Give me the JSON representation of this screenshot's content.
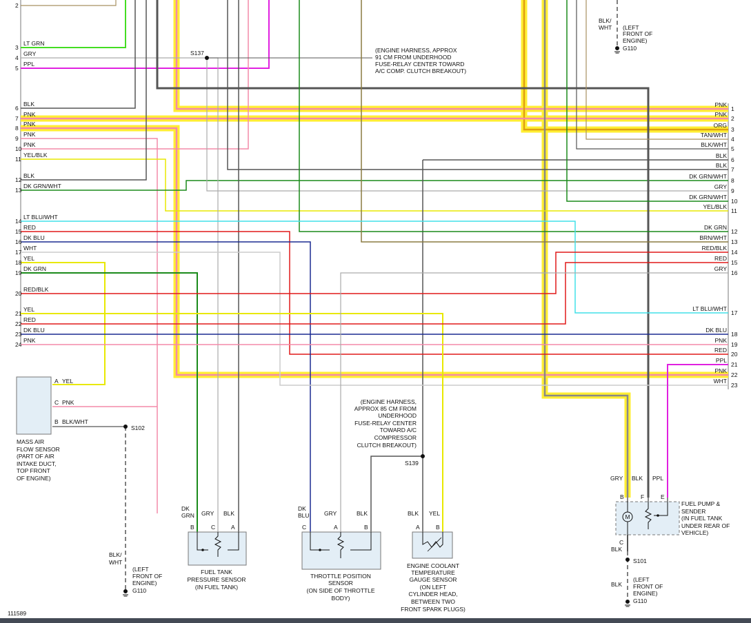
{
  "figure_id": "111589",
  "left_pins": [
    {
      "num": "2",
      "label": ""
    },
    {
      "num": "3",
      "label": "LT GRN"
    },
    {
      "num": "4",
      "label": "GRY"
    },
    {
      "num": "5",
      "label": "PPL"
    },
    {
      "num": "6",
      "label": "BLK"
    },
    {
      "num": "7",
      "label": "PNK"
    },
    {
      "num": "8",
      "label": "PNK"
    },
    {
      "num": "9",
      "label": "PNK"
    },
    {
      "num": "10",
      "label": "PNK"
    },
    {
      "num": "11",
      "label": "YEL/BLK"
    },
    {
      "num": "12",
      "label": "BLK"
    },
    {
      "num": "13",
      "label": "DK GRN/WHT"
    },
    {
      "num": "14",
      "label": "LT BLU/WHT"
    },
    {
      "num": "15",
      "label": "RED"
    },
    {
      "num": "16",
      "label": "DK BLU"
    },
    {
      "num": "17",
      "label": "WHT"
    },
    {
      "num": "18",
      "label": "YEL"
    },
    {
      "num": "19",
      "label": "DK GRN"
    },
    {
      "num": "20",
      "label": "RED/BLK"
    },
    {
      "num": "21",
      "label": "YEL"
    },
    {
      "num": "22",
      "label": "RED"
    },
    {
      "num": "23",
      "label": "DK BLU"
    },
    {
      "num": "24",
      "label": "PNK"
    }
  ],
  "right_pins": [
    {
      "num": "1",
      "label": "PNK"
    },
    {
      "num": "2",
      "label": "PNK"
    },
    {
      "num": "3",
      "label": "ORG"
    },
    {
      "num": "4",
      "label": "TAN/WHT"
    },
    {
      "num": "5",
      "label": "BLK/WHT"
    },
    {
      "num": "6",
      "label": "BLK"
    },
    {
      "num": "7",
      "label": "BLK"
    },
    {
      "num": "8",
      "label": "DK GRN/WHT"
    },
    {
      "num": "9",
      "label": "GRY"
    },
    {
      "num": "10",
      "label": "DK GRN/WHT"
    },
    {
      "num": "11",
      "label": "YEL/BLK"
    },
    {
      "num": "12",
      "label": "DK GRN"
    },
    {
      "num": "13",
      "label": "BRN/WHT"
    },
    {
      "num": "14",
      "label": "RED/BLK"
    },
    {
      "num": "15",
      "label": "RED"
    },
    {
      "num": "16",
      "label": "GRY"
    },
    {
      "num": "17",
      "label": "LT BLU/WHT"
    },
    {
      "num": "18",
      "label": "DK BLU"
    },
    {
      "num": "19",
      "label": "PNK"
    },
    {
      "num": "20",
      "label": "RED"
    },
    {
      "num": "21",
      "label": "PPL"
    },
    {
      "num": "22",
      "label": "PNK"
    },
    {
      "num": "23",
      "label": "WHT"
    }
  ],
  "splices": {
    "s137": "S137",
    "s139": "S139",
    "s102": "S102",
    "s101": "S101"
  },
  "notes": {
    "engine_harness_91": [
      "(ENGINE HARNESS, APPROX",
      "91 CM FROM UNDERHOOD",
      "FUSE-RELAY CENTER TOWARD",
      "A/C COMP. CLUTCH BREAKOUT)"
    ],
    "engine_harness_85": [
      "(ENGINE HARNESS,",
      "APPROX 85 CM FROM",
      "UNDERHOOD",
      "FUSE-RELAY CENTER",
      "TOWARD A/C",
      "COMPRESSOR",
      "CLUTCH BREAKOUT)"
    ]
  },
  "grounds": {
    "top": {
      "wire": [
        "BLK/",
        "WHT"
      ],
      "loc": [
        "(LEFT",
        "FRONT OF",
        "ENGINE)"
      ],
      "id": "G110"
    },
    "left": {
      "wire": [
        "BLK/",
        "WHT"
      ],
      "loc": [
        "(LEFT",
        "FRONT OF",
        "ENGINE)"
      ],
      "id": "G110"
    },
    "right": {
      "wire": "BLK",
      "loc": [
        "(LEFT",
        "FRONT OF",
        "ENGINE)"
      ],
      "id": "G110"
    }
  },
  "components": {
    "maf": {
      "name": [
        "MASS AIR",
        "FLOW SENSOR",
        "(PART OF AIR",
        "INTAKE DUCT,",
        "TOP FRONT",
        "OF ENGINE)"
      ],
      "pins": [
        {
          "pin": "A",
          "wire": "YEL"
        },
        {
          "pin": "C",
          "wire": "PNK"
        },
        {
          "pin": "B",
          "wire": "BLK/WHT"
        }
      ]
    },
    "fuel_tank_pressure": {
      "name": [
        "FUEL TANK",
        "PRESSURE SENSOR",
        "(IN FUEL TANK)"
      ],
      "wires": [
        "DK",
        "GRN",
        "GRY",
        "BLK"
      ],
      "pins": [
        "B",
        "C",
        "A"
      ]
    },
    "tps": {
      "name": [
        "THROTTLE POSITION",
        "SENSOR",
        "(ON SIDE OF THROTTLE",
        "BODY)"
      ],
      "wires": [
        "DK",
        "BLU",
        "GRY",
        "BLK"
      ],
      "pins": [
        "C",
        "A",
        "B"
      ]
    },
    "ect": {
      "name": [
        "ENGINE COOLANT",
        "TEMPERATURE",
        "GAUGE SENSOR",
        "(ON LEFT",
        "CYLINDER HEAD,",
        "BETWEEN TWO",
        "FRONT SPARK PLUGS)"
      ],
      "wires": [
        "BLK",
        "YEL"
      ],
      "pins": [
        "A",
        "B"
      ]
    },
    "fuel_pump": {
      "name": [
        "FUEL PUMP &",
        "SENDER",
        "(IN FUEL TANK",
        "UNDER REAR OF",
        "VEHICLE)"
      ],
      "wires": [
        "GRY",
        "BLK",
        "PPL"
      ],
      "pins": [
        "B",
        "F",
        "E"
      ],
      "bottom_pin": "C",
      "bottom_wire": "BLK",
      "motor": "M"
    }
  },
  "colors": {
    "highlight": "#ffee33",
    "pnk": "#f48aa8",
    "red": "#e01818",
    "dkblu": "#1a2a90",
    "ltblu": "#40e0e8",
    "yel": "#e8e800",
    "dkgrn": "#1a8a1a",
    "ltgrn": "#44dd22",
    "ppl": "#e020e0",
    "blk": "#555555",
    "gry": "#aaaaaa",
    "brn": "#8a7a40"
  }
}
